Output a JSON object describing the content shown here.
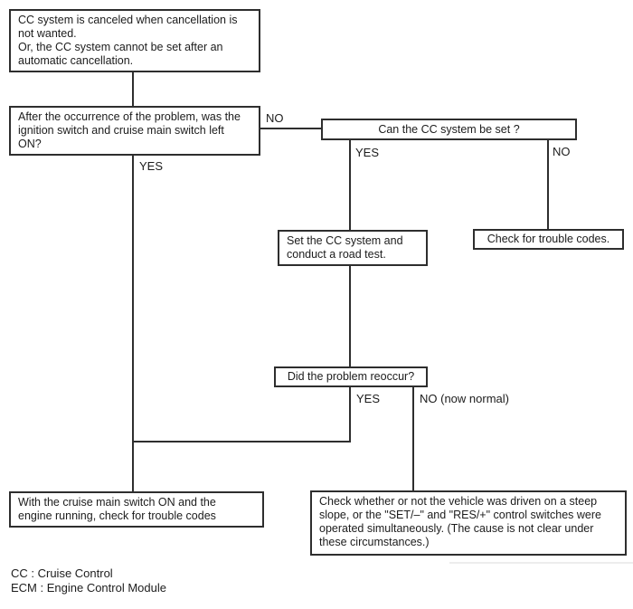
{
  "colors": {
    "background": "#ffffff",
    "line": "#2e2e2e",
    "text": "#1c1c1c"
  },
  "diagram_type": "flowchart",
  "nodes": [
    {
      "id": "start-symptom",
      "text": "CC system is canceled when cancellation is\nnot wanted.\nOr, the CC system cannot be set after an\nautomatic cancellation."
    },
    {
      "id": "question-ignition-switch",
      "text": "After the occurrence of the problem, was the\nignition switch and cruise main switch left\nON?"
    },
    {
      "id": "question-cc-set",
      "text": "Can the CC system be set ?"
    },
    {
      "id": "action-road-test",
      "text": "Set the CC system and\nconduct a road test."
    },
    {
      "id": "action-check-trouble-codes",
      "text": "Check for trouble codes."
    },
    {
      "id": "question-problem-reoccur",
      "text": "Did the problem reoccur?"
    },
    {
      "id": "action-check-codes-engine-running",
      "text": "With the cruise main switch ON and the\nengine running, check for trouble codes"
    },
    {
      "id": "action-check-steep-slope",
      "text": "Check whether or not the vehicle was driven on a steep\nslope, or the \"SET/–\" and \"RES/+\" control switches were\noperated simultaneously. (The cause is not clear under\nthese circumstances.)"
    }
  ],
  "branch_labels": [
    {
      "id": "ignition-no",
      "text": "NO"
    },
    {
      "id": "ignition-yes",
      "text": "YES"
    },
    {
      "id": "cc-set-yes",
      "text": "YES"
    },
    {
      "id": "cc-set-no",
      "text": "NO"
    },
    {
      "id": "reoccur-yes",
      "text": "YES"
    },
    {
      "id": "reoccur-no",
      "text": "NO (now normal)"
    }
  ],
  "legend": [
    {
      "text": "CC : Cruise Control"
    },
    {
      "text": "ECM : Engine Control Module"
    }
  ]
}
